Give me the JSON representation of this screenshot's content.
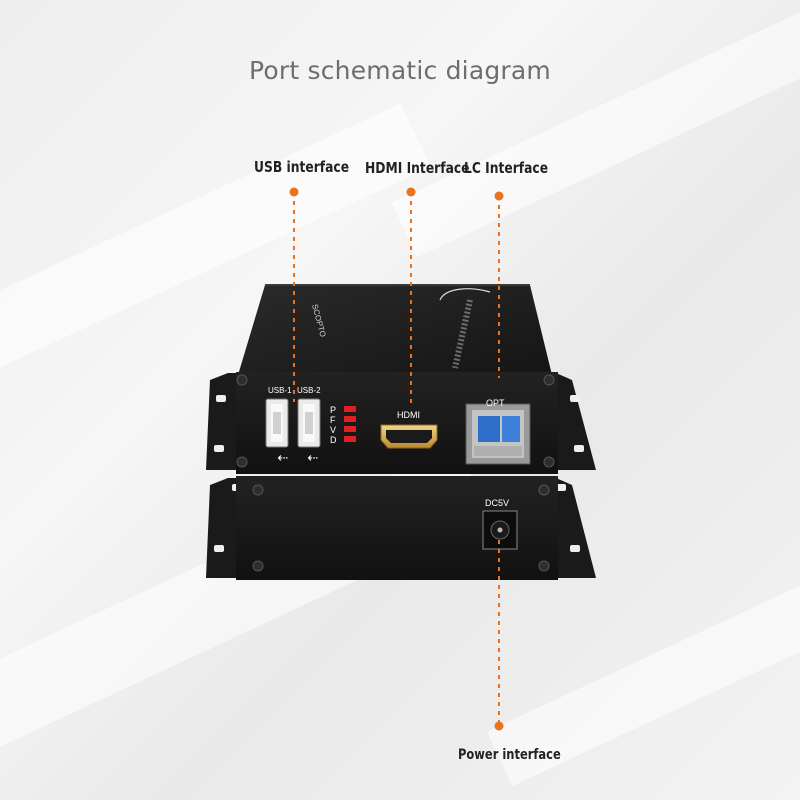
{
  "title": "Port schematic diagram",
  "callouts": {
    "usb": "USB interface",
    "hdmi": "HDMI Interface",
    "lc": "LC Interface",
    "power": "Power interface"
  },
  "panel": {
    "usb1": "USB-1",
    "usb2": "USB-2",
    "hdmi": "HDMI",
    "opt": "OPT",
    "dc": "DC5V",
    "leds": [
      "P",
      "F",
      "V",
      "D"
    ],
    "brand": "SCOPTO"
  },
  "colors": {
    "accent": "#e8731e",
    "device": "#1c1c1c"
  }
}
